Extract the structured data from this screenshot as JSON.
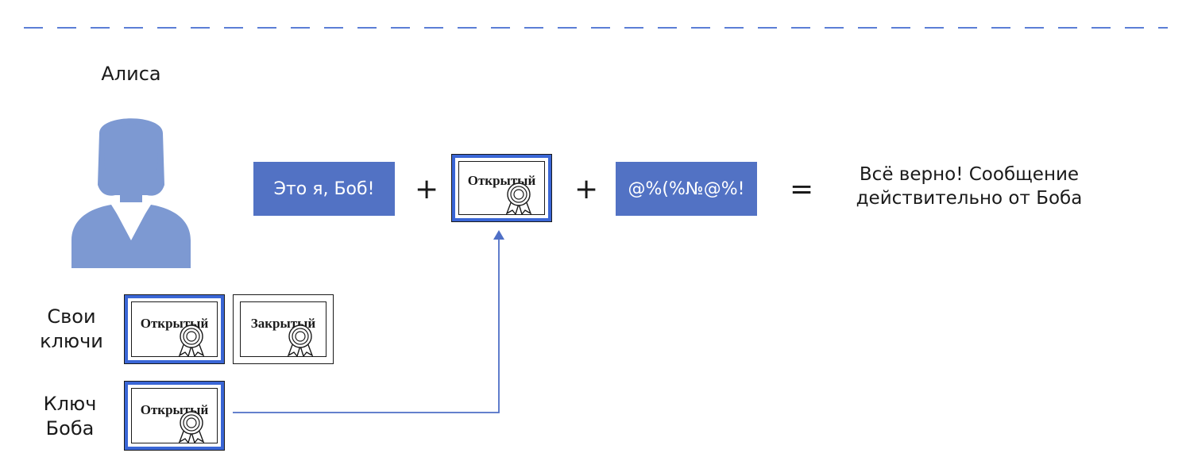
{
  "colors": {
    "accent": "#5272c4",
    "cert_frame": "#3a66d6",
    "divider": "#5b7ed6",
    "arrow": "#4f6fc6"
  },
  "alice": {
    "name": "Алиса",
    "icon": "user-female-icon"
  },
  "equation": {
    "message": "Это я, Боб!",
    "plus1": "+",
    "key_label": "Открытый",
    "plus2": "+",
    "signature": "@%(%№@%!",
    "equals": "=",
    "result_line1": "Всё верно! Сообщение",
    "result_line2": "действительно от Боба"
  },
  "own_keys": {
    "label_line1": "Свои",
    "label_line2": "ключи",
    "public_label": "Открытый",
    "private_label": "Закрытый"
  },
  "bob_key": {
    "label_line1": "Ключ",
    "label_line2": "Боба",
    "public_label": "Открытый"
  }
}
